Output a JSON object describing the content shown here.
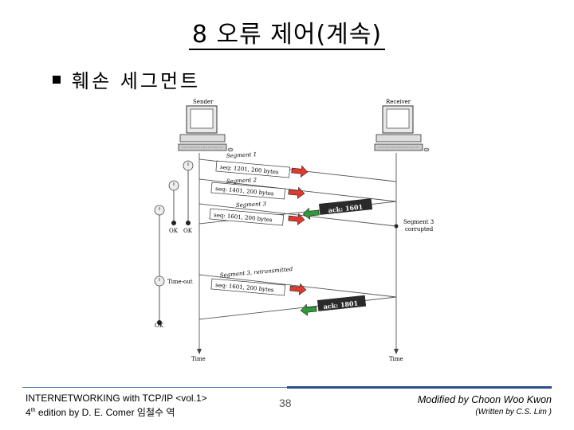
{
  "title": "8 오류 제어(계속)",
  "bullet": "훼손 세그먼트",
  "diagram": {
    "sender_label": "Sender",
    "receiver_label": "Receiver",
    "segments": [
      {
        "name": "Segment 1",
        "detail": "seq: 1201, 200 bytes"
      },
      {
        "name": "Segment 2",
        "detail": "seq: 1401, 200 bytes"
      },
      {
        "name": "Segment 3",
        "detail": "seq: 1601, 200 bytes"
      },
      {
        "name": "Segment 3, retransmitted",
        "detail": "seq: 1601, 200 bytes"
      }
    ],
    "ack1": "ack: 1601",
    "ack2": "ack: 1801",
    "ok1": "OK",
    "ok2": "OK",
    "ok3": "OK",
    "timeout": "Time-out",
    "corrupted_line1": "Segment 3",
    "corrupted_line2": "corrupted",
    "time_left": "Time",
    "time_right": "Time"
  },
  "footer": {
    "left_line1": "INTERNETWORKING with TCP/IP <vol.1>",
    "left_line2_num": "4",
    "left_line2_sup": "th",
    "left_line2_rest": " edition by D. E. Comer 임철수 역",
    "page": "38",
    "right_line1": "Modified by Choon Woo Kwon",
    "right_line2": "(Written by C.S. Lim )"
  },
  "colors": {
    "arrow_red": "#e03a2f",
    "arrow_green": "#2f9a3a",
    "footer_line": "#2d4f8f"
  }
}
